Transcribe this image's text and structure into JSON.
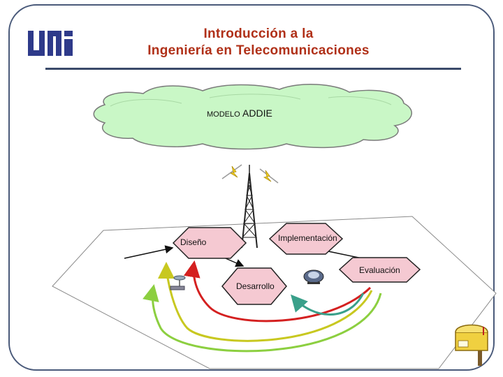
{
  "title": {
    "line1": "Introducción a la",
    "line2": "Ingeniería en Telecomunicaciones"
  },
  "logo": {
    "text": "UNI"
  },
  "cloud": {
    "prefix": "MODELO",
    "name": "ADDIE"
  },
  "nodes": {
    "design": "Diseño",
    "implementation": "Implementación",
    "evaluation": "Evaluación",
    "development": "Desarrollo"
  },
  "colors": {
    "title": "#b03018",
    "cloud": "#c9f7c6",
    "node_fill": "#f5c9d2",
    "arrow_red": "#d42020",
    "arrow_yellow": "#c8c820",
    "arrow_green": "#8ccf40",
    "arrow_teal": "#3aa08a"
  },
  "icons": [
    "uni-logo-icon",
    "antenna-tower-icon",
    "lightning-icon",
    "lightning-icon",
    "satellite-dish-icon",
    "monitor-icon",
    "mailbox-icon"
  ]
}
